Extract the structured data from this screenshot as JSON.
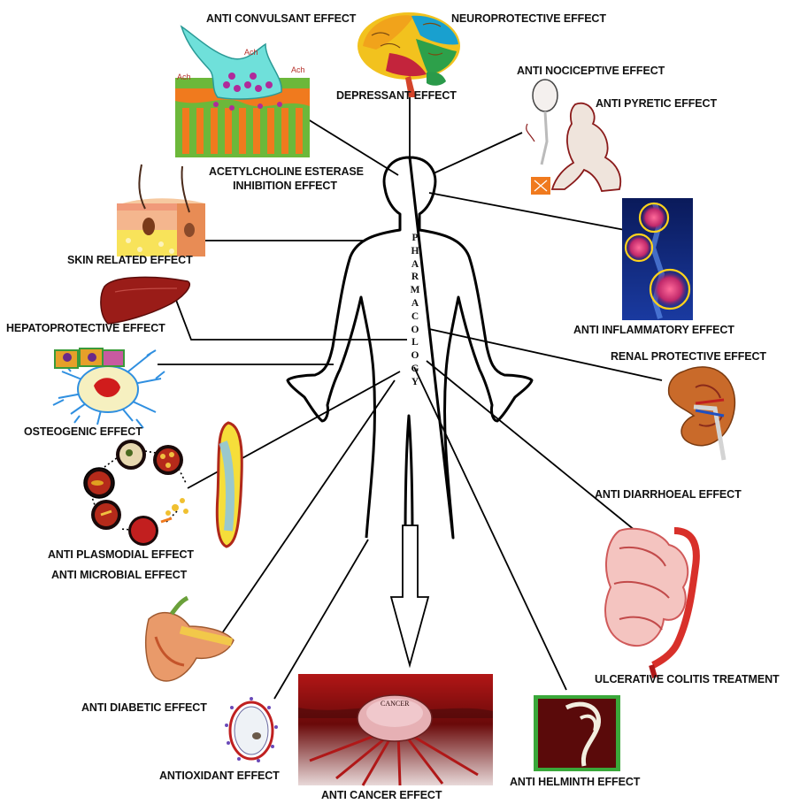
{
  "center_title": "PHARMACOLOGY",
  "colors": {
    "line": "#000000",
    "body_outline": "#000000",
    "accent_red": "#b01818",
    "label": "#111111"
  },
  "labels": {
    "anti_convulsant": "ANTI CONVULSANT EFFECT",
    "neuroprotective": "NEUROPROTECTIVE EFFECT",
    "depressant": "DEPRESSANT EFFECT",
    "anti_nociceptive": "ANTI NOCICEPTIVE EFFECT",
    "anti_pyretic": "ANTI PYRETIC EFFECT",
    "ache_line1": "ACETYLCHOLINE ESTERASE",
    "ache_line2": "INHIBITION EFFECT",
    "skin": "SKIN RELATED EFFECT",
    "hepatoprotective": "HEPATOPROTECTIVE EFFECT",
    "anti_inflammatory": "ANTI INFLAMMATORY EFFECT",
    "renal": "RENAL PROTECTIVE EFFECT",
    "osteogenic": "OSTEOGENIC EFFECT",
    "anti_diarrhoeal": "ANTI DIARRHOEAL EFFECT",
    "anti_plasmodial": "ANTI PLASMODIAL EFFECT",
    "anti_microbial": "ANTI MICROBIAL EFFECT",
    "ulcerative_colitis": "ULCERATIVE COLITIS TREATMENT",
    "anti_diabetic": "ANTI DIABETIC EFFECT",
    "antioxidant": "ANTIOXIDANT EFFECT",
    "anti_cancer": "ANTI CANCER EFFECT",
    "anti_helminth": "ANTI HELMINTH EFFECT"
  },
  "image_text": {
    "ach_1": "Ach",
    "ach_2": "Ach",
    "ach_3": "Ach",
    "cancer": "CANCER"
  }
}
